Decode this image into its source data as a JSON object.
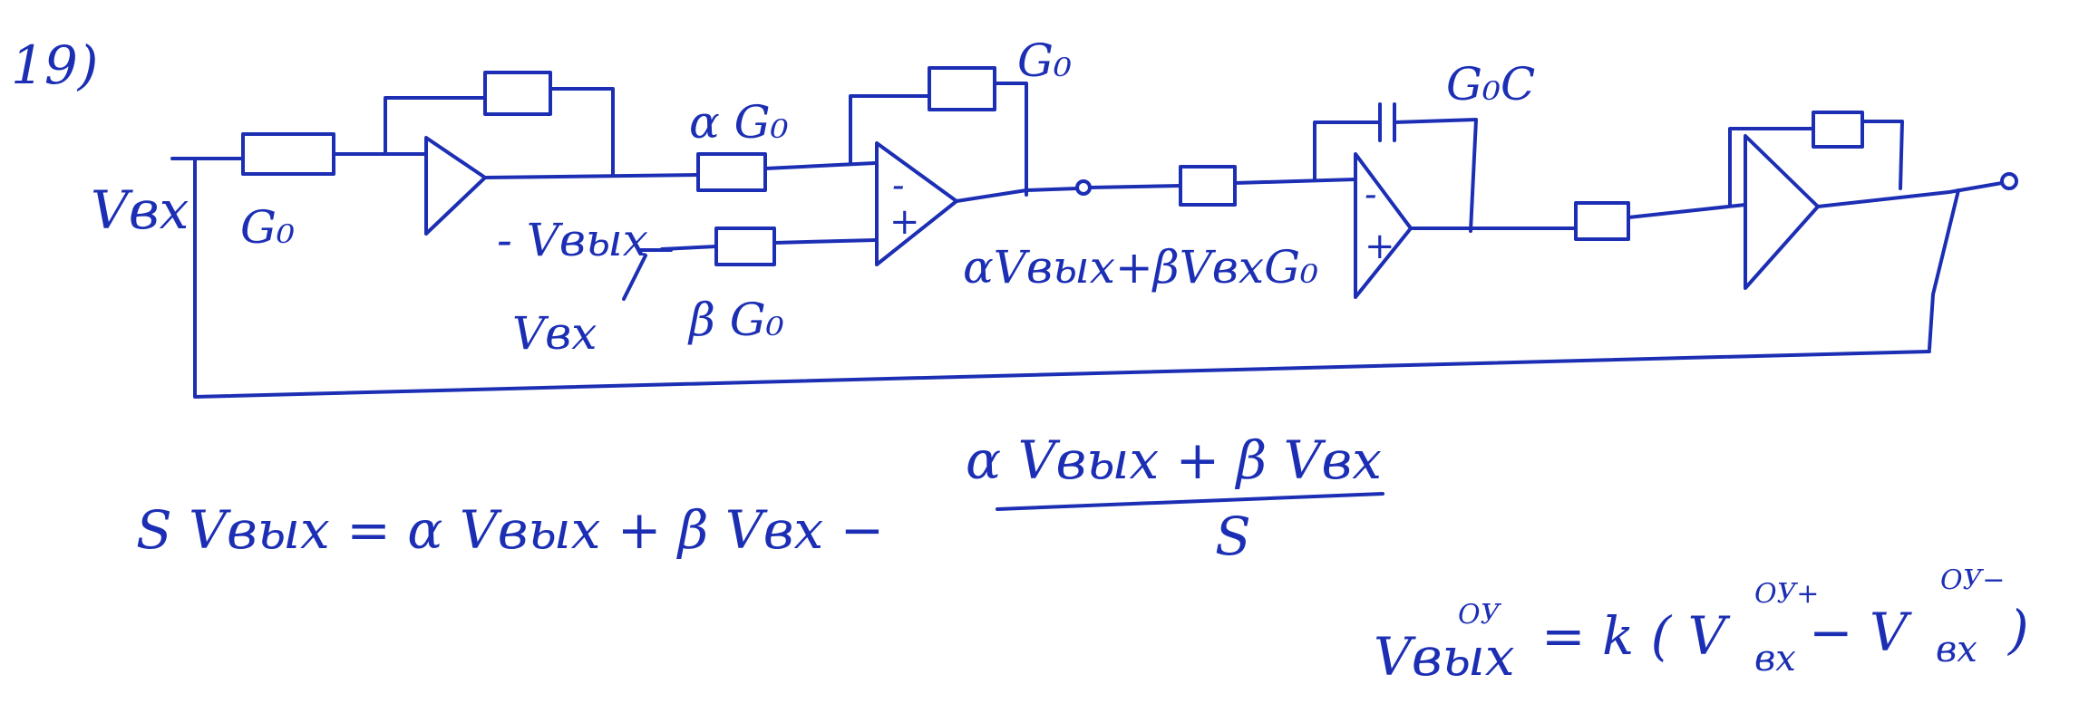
{
  "problem_number": "19)",
  "labels": {
    "input_left": "Vвх",
    "g_first": "G₀",
    "neg_out": "- Vвых",
    "v_in_lower": "Vвх",
    "alpha_g": "α G₀",
    "beta_g": "β G₀",
    "g_feedback_2": "G₀",
    "mid_expr": "αVвых+βVвхG₀",
    "cap_g": "G₀C",
    "minus": "-",
    "plus": "+"
  },
  "equation_1": {
    "lhs": "S Vвых = α Vвых + β Vвх −",
    "numerator": "α Vвых + β Vвх",
    "denominator": "S"
  },
  "equation_2": {
    "lhs": "Vвых",
    "lhs_sup": "ОУ",
    "eq": "= k ( V",
    "t1_sub": "вх",
    "t1_sup": "ОУ+",
    "minus": " − V",
    "t2_sub": "вх",
    "t2_sup": "ОУ−",
    "close": ")"
  },
  "ink_color": "#1c2fb4"
}
